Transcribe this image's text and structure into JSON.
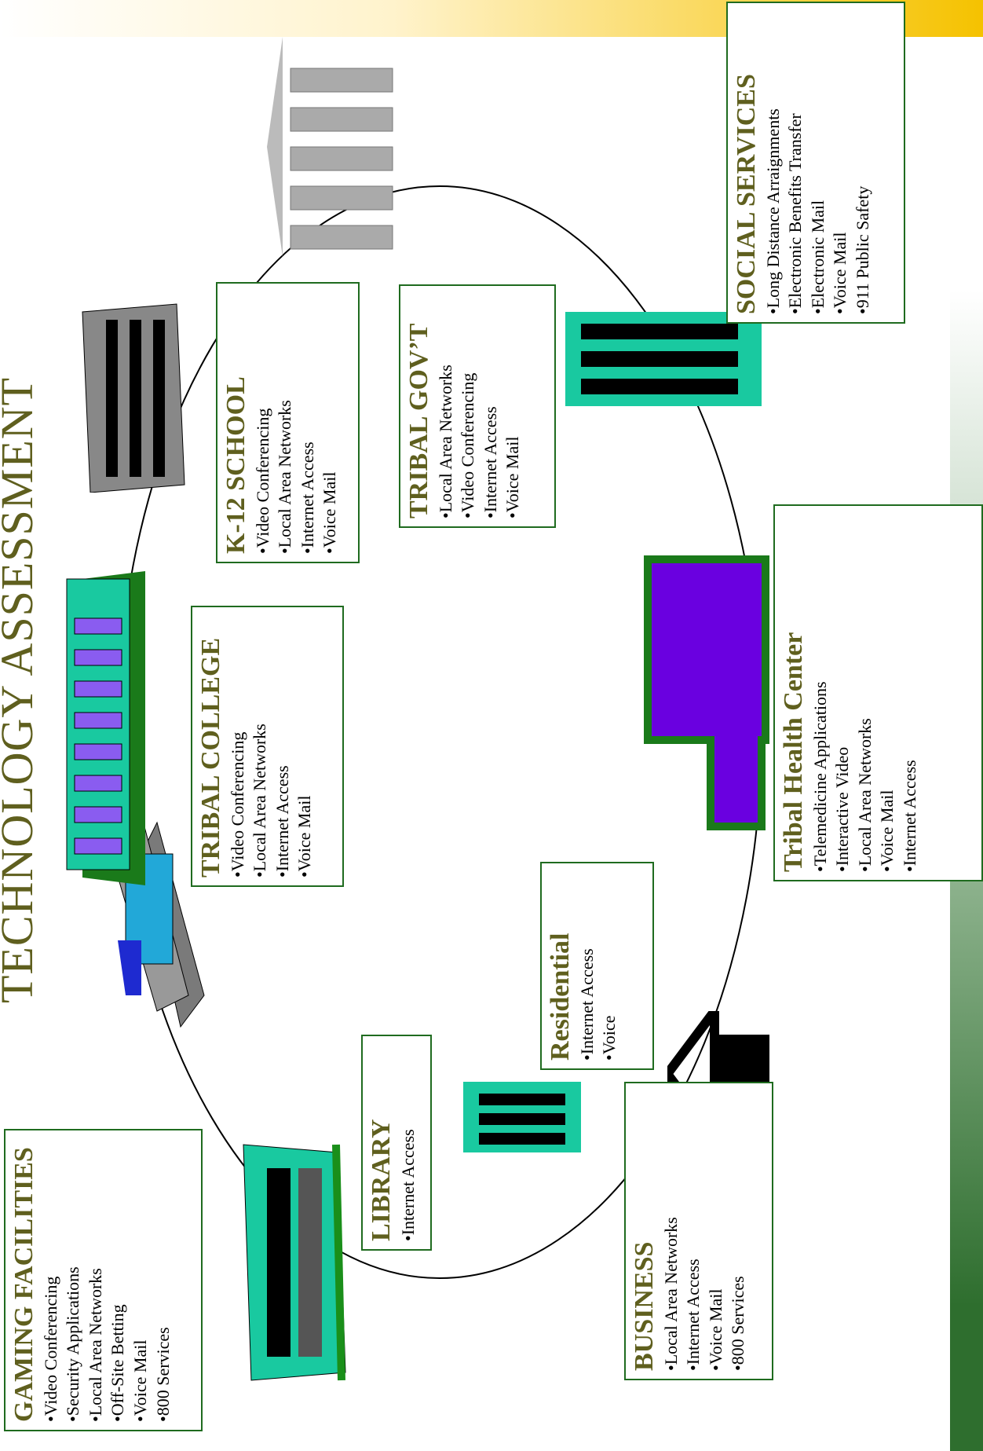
{
  "title": "TECHNOLOGY ASSESSMENT",
  "colors": {
    "heading": "#5f5f1e",
    "box_border": "#1f6b1f",
    "building_teal": "#19c9a0",
    "building_purple": "#6a00e0",
    "accent_green": "#2e6e2e",
    "accent_gold": "#f5c200"
  },
  "boxes": {
    "gaming": {
      "heading": "GAMING FACILITIES",
      "items": [
        "Video Conferencing",
        "Security Applications",
        "Local Area Networks",
        "Off-Site Betting",
        "Voice Mail",
        "800 Services"
      ]
    },
    "college": {
      "heading": "TRIBAL COLLEGE",
      "items": [
        "Video Conferencing",
        "Local Area Networks",
        "Internet Access",
        "Voice Mail"
      ]
    },
    "k12": {
      "heading": "K-12 SCHOOL",
      "items": [
        "Video Conferencing",
        "Local Area Networks",
        "Internet Access",
        "Voice Mail"
      ]
    },
    "social": {
      "heading": "SOCIAL SERVICES",
      "items": [
        "Long Distance Arraignments",
        "Electronic Benefits Transfer",
        "Electronic Mail",
        "Voice Mail",
        "911 Public Safety"
      ]
    },
    "govt": {
      "heading": "TRIBAL GOV’T",
      "items": [
        "Local Area Networks",
        "Video Conferencing",
        "Internet Access",
        "Voice Mail"
      ]
    },
    "library": {
      "heading": "LIBRARY",
      "items": [
        "Internet Access"
      ]
    },
    "residential": {
      "heading": "Residential",
      "items": [
        "Internet Access",
        "Voice"
      ]
    },
    "health": {
      "heading": "Tribal Health Center",
      "items": [
        "Telemedicine Applications",
        "Interactive Video",
        "Local Area Networks",
        "Voice Mail",
        "Internet Access"
      ]
    },
    "business": {
      "heading": "BUSINESS",
      "items": [
        "Local Area Networks",
        "Internet Access",
        "Voice Mail",
        "800 Services"
      ]
    }
  }
}
